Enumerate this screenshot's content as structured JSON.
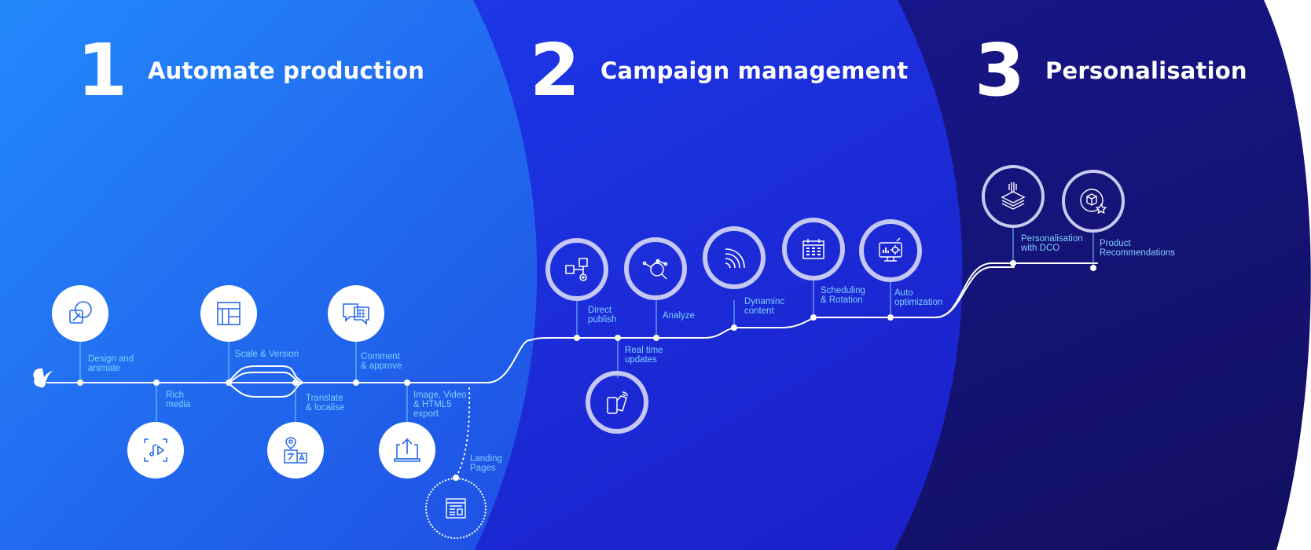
{
  "colors": {
    "stage1_bg": "#2070f0",
    "stage2_bg": "#1d36e6",
    "stage3_bg": "#17178a",
    "label_text": "#7fd0ff",
    "node_icon_stage1": "#2a6ae8",
    "line": "#ffffff"
  },
  "stages": [
    {
      "number": "1",
      "title": "Automate production"
    },
    {
      "number": "2",
      "title": "Campaign management"
    },
    {
      "number": "3",
      "title": "Personalisation"
    }
  ],
  "steps": {
    "design": {
      "label": "Design and\nanimate",
      "icon": "shapes-icon"
    },
    "rich_media": {
      "label": "Rich\nmedia",
      "icon": "media-icon"
    },
    "scale": {
      "label": "Scale & Version",
      "icon": "layout-icon"
    },
    "translate": {
      "label": "Translate\n& localise",
      "icon": "translate-icon"
    },
    "comment": {
      "label": "Comment\n& approve",
      "icon": "chat-icon"
    },
    "export": {
      "label": "Image, Video\n& HTML5\nexport",
      "icon": "upload-icon"
    },
    "landing": {
      "label": "Landing\nPages",
      "icon": "webpage-icon"
    },
    "publish": {
      "label": "Direct\npublish",
      "icon": "flow-icon"
    },
    "realtime": {
      "label": "Real time\nupdates",
      "icon": "devices-icon"
    },
    "analyze": {
      "label": "Analyze",
      "icon": "analyze-icon"
    },
    "dynamic": {
      "label": "Dynaminc\ncontent",
      "icon": "signal-icon"
    },
    "scheduling": {
      "label": "Scheduling\n& Rotation",
      "icon": "calendar-icon"
    },
    "auto_opt": {
      "label": "Auto\noptimization",
      "icon": "dashboard-icon"
    },
    "dco": {
      "label": "Personalisation\nwith DCO",
      "icon": "layers-icon"
    },
    "recommend": {
      "label": "Product\nRecommendations",
      "icon": "box-star-icon"
    }
  }
}
